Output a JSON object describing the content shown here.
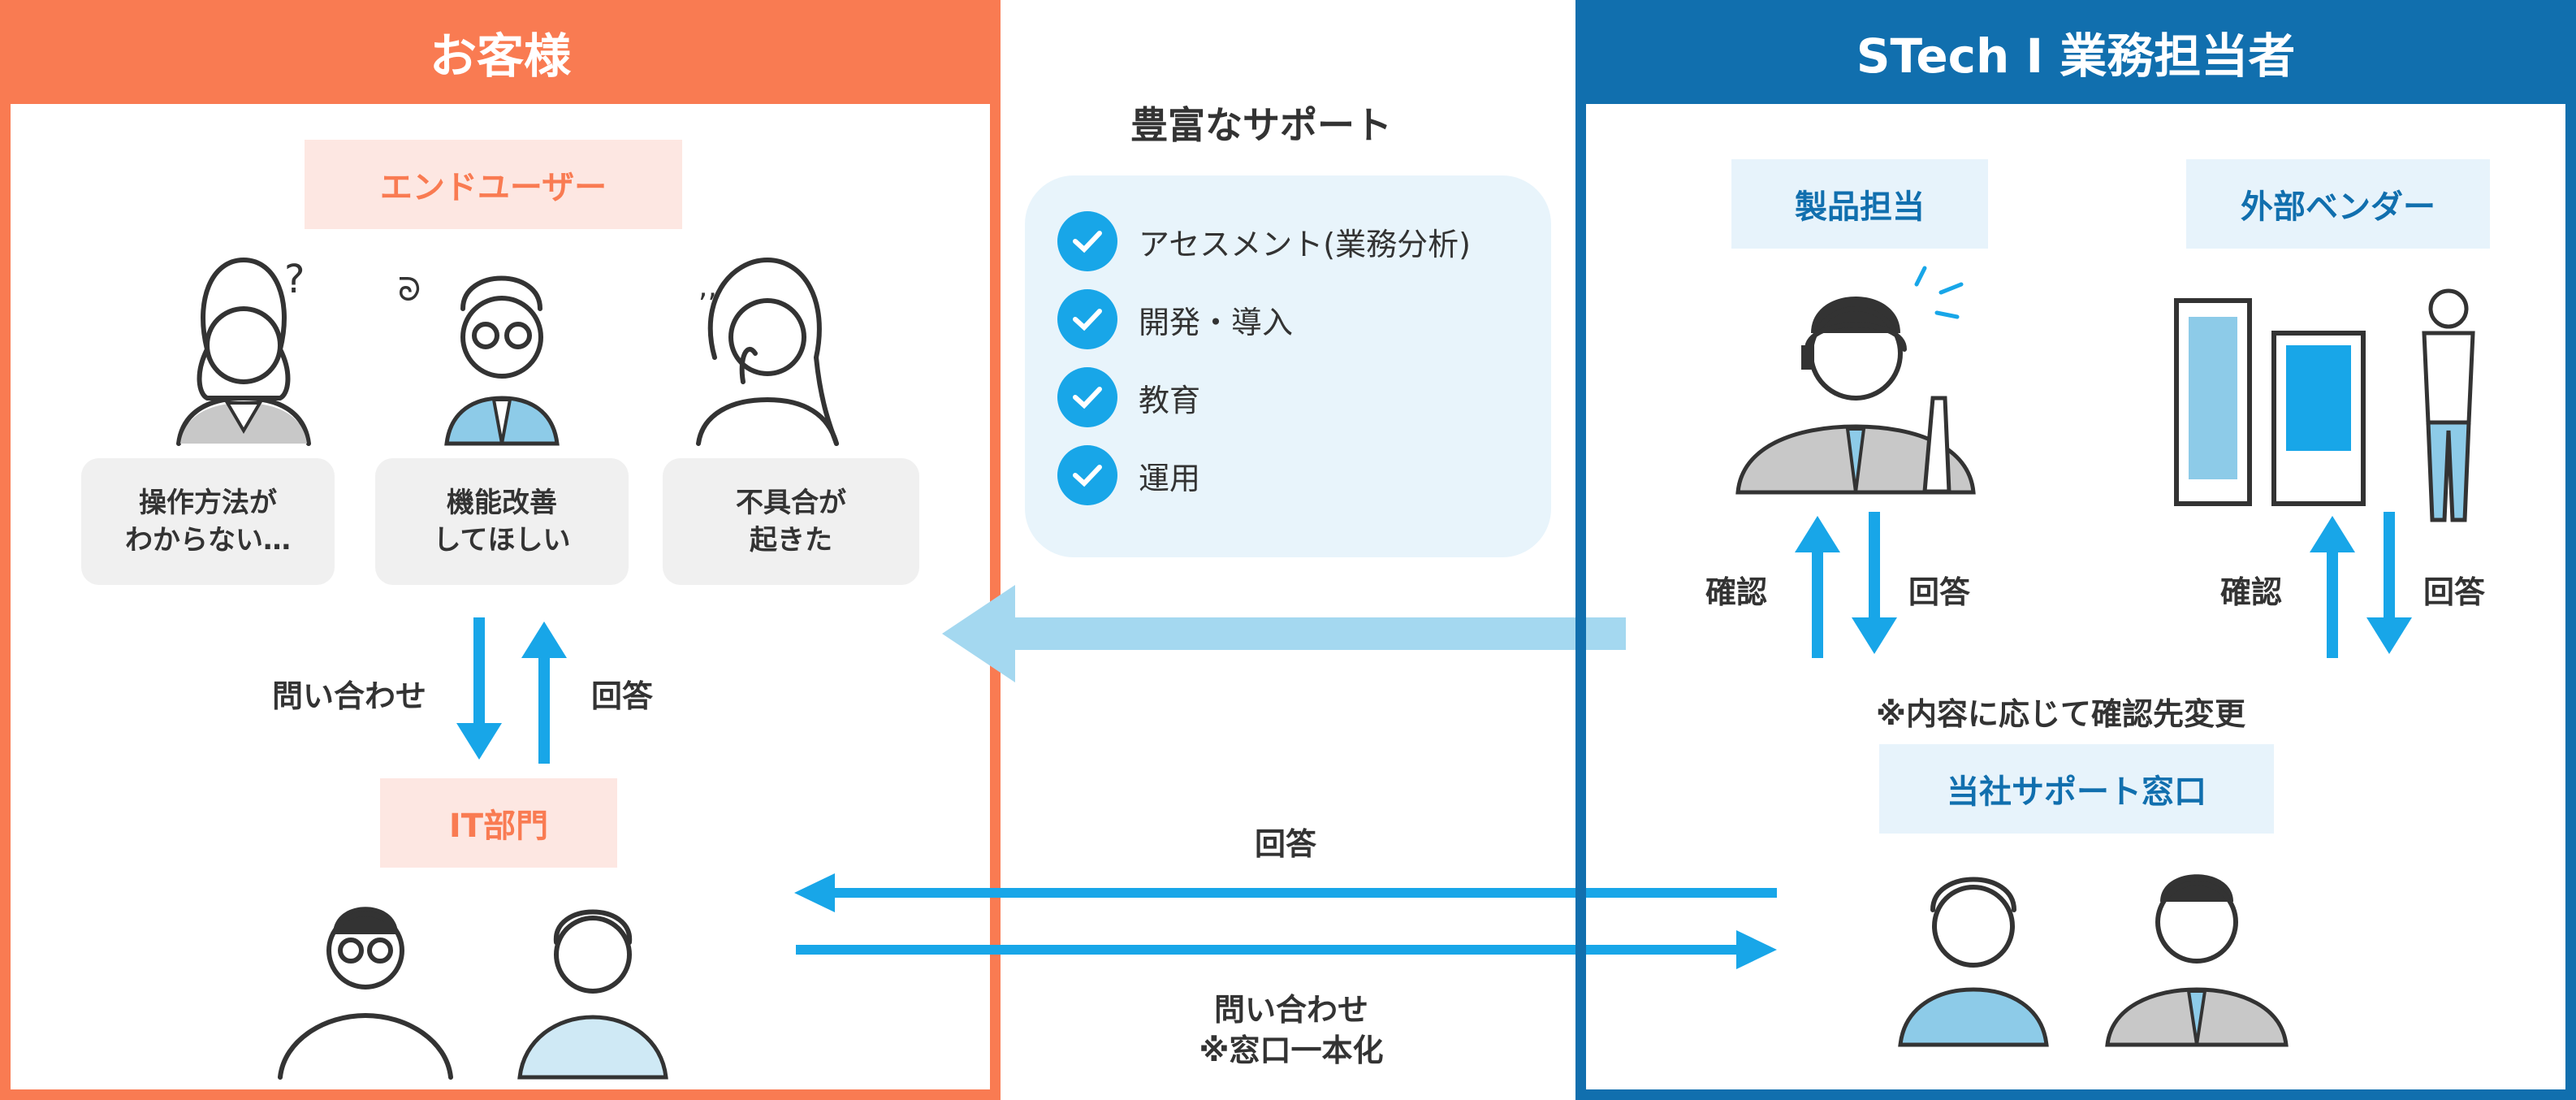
{
  "left_panel": {
    "title": "お客様",
    "end_user_tag": "エンドユーザー",
    "bubbles": [
      {
        "line1": "操作方法が",
        "line2": "わからない…"
      },
      {
        "line1": "機能改善",
        "line2": "してほしい"
      },
      {
        "line1": "不具合が",
        "line2": "起きた"
      }
    ],
    "inquiry_label": "問い合わせ",
    "answer_label": "回答",
    "it_tag": "IT部門"
  },
  "center": {
    "title": "豊富なサポート",
    "items": [
      "アセスメント(業務分析)",
      "開発・導入",
      "教育",
      "運用"
    ],
    "answer_label": "回答",
    "inquiry_line1": "問い合わせ",
    "inquiry_line2": "※窓口一本化"
  },
  "right_panel": {
    "title": "STech I 業務担当者",
    "product_tag": "製品担当",
    "vendor_tag": "外部ベンダー",
    "confirm_label": "確認",
    "answer_label": "回答",
    "note": "※内容に応じて確認先変更",
    "support_tag": "当社サポート窓口"
  },
  "colors": {
    "orange": "#f97b52",
    "navy": "#116fae",
    "arrow_blue": "#18a6e8",
    "light_arrow": "#a4d8f0"
  }
}
